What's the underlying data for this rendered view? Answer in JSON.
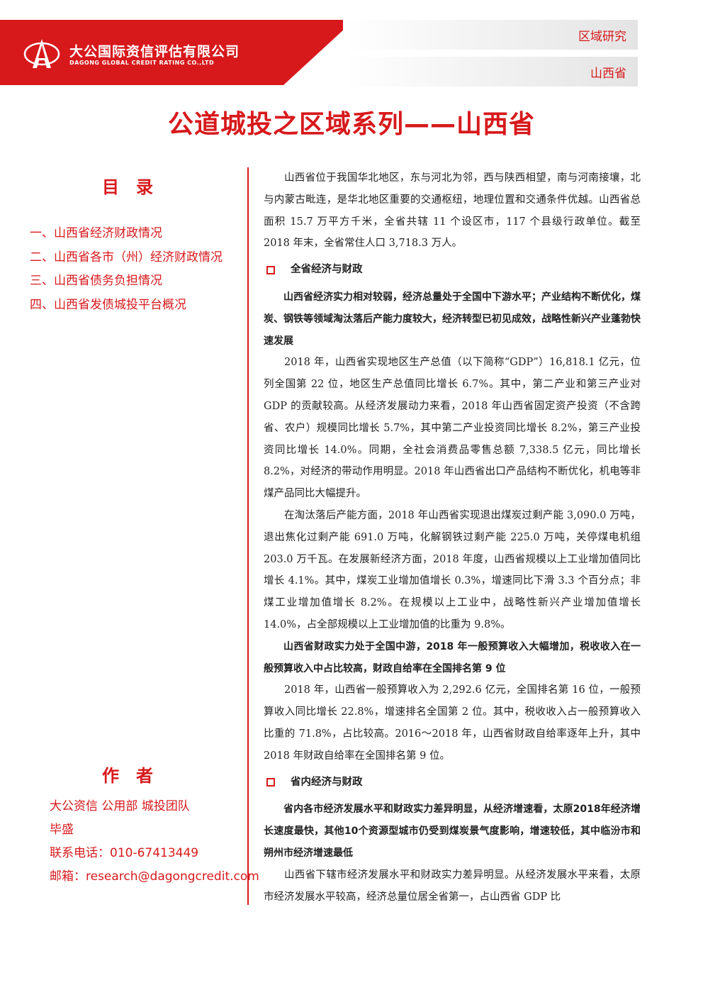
{
  "header": {
    "company_cn": "大公国际资信评估有限公司",
    "company_en": "DAGONG GLOBAL CREDIT RATING CO.,LTD",
    "tag_category": "区域研究",
    "tag_region": "山西省",
    "brand_color": "#d7191c"
  },
  "title": "公道城投之区域系列——山西省",
  "toc": {
    "heading": "目　录",
    "items": [
      "一、山西省经济财政情况",
      "二、山西省各市（州）经济财政情况",
      "三、山西省债务负担情况",
      "四、山西省发债城投平台概况"
    ]
  },
  "author": {
    "heading": "作　者",
    "lines": [
      "大公资信  公用部    城投团队",
      "毕盛",
      "联系电话：010-67413449",
      "邮箱：research@dagongcredit.com"
    ]
  },
  "body": {
    "intro": "山西省位于我国华北地区，东与河北为邻，西与陕西相望，南与河南接壤，北与内蒙古毗连，是华北地区重要的交通枢纽，地理位置和交通条件优越。山西省总面积 15.7 万平方千米，全省共辖 11 个设区市，117 个县级行政单位。截至 2018 年末，全省常住人口 3,718.3 万人。",
    "section1_heading": "全省经济与财政",
    "s1_bold1": "山西省经济实力相对较弱，经济总量处于全国中下游水平；产业结构不断优化，煤炭、钢铁等领域淘汰落后产能力度较大，经济转型已初见成效，战略性新兴产业蓬勃快速发展",
    "s1_p1": "2018 年，山西省实现地区生产总值（以下简称“GDP”）16,818.1 亿元，位列全国第 22 位，地区生产总值同比增长 6.7%。其中，第二产业和第三产业对 GDP 的贡献较高。从经济发展动力来看，2018 年山西省固定资产投资（不含跨省、农户）规模同比增长 5.7%，其中第二产业投资同比增长 8.2%，第三产业投资同比增长 14.0%。同期，全社会消费品零售总额 7,338.5 亿元，同比增长 8.2%，对经济的带动作用明显。2018 年山西省出口产品结构不断优化，机电等非煤产品同比大幅提升。",
    "s1_p2": "在淘汰落后产能方面，2018 年山西省实现退出煤炭过剩产能 3,090.0 万吨，退出焦化过剩产能 691.0 万吨，化解钢铁过剩产能 225.0 万吨，关停煤电机组 203.0 万千瓦。在发展新经济方面，2018 年度，山西省规模以上工业增加值同比增长 4.1%。其中，煤炭工业增加值增长 0.3%，增速同比下滑 3.3 个百分点；非煤工业增加值增长 8.2%。在规模以上工业中，战略性新兴产业增加值增长 14.0%，占全部规模以上工业增加值的比重为 9.8%。",
    "s1_bold2": "山西省财政实力处于全国中游，2018 年一般预算收入大幅增加，税收收入在一般预算收入中占比较高，财政自给率在全国排名第 9 位",
    "s1_p3": "2018 年，山西省一般预算收入为 2,292.6 亿元，全国排名第 16 位，一般预算收入同比增长 22.8%，增速排名全国第 2 位。其中，税收收入占一般预算收入比重的 71.8%，占比较高。2016～2018 年，山西省财政自给率逐年上升，其中 2018 年财政自给率在全国排名第 9 位。",
    "section2_heading": "省内经济与财政",
    "s2_bold1": "省内各市经济发展水平和财政实力差异明显，从经济增速看，太原2018年经济增长速度最快，其他10个资源型城市仍受到煤炭景气度影响，增速较低，其中临汾市和朔州市经济增速最低",
    "s2_p1": "山西省下辖市经济发展水平和财政实力差异明显。从经济发展水平来看，太原市经济发展水平较高，经济总量位居全省第一，占山西省 GDP 比"
  }
}
